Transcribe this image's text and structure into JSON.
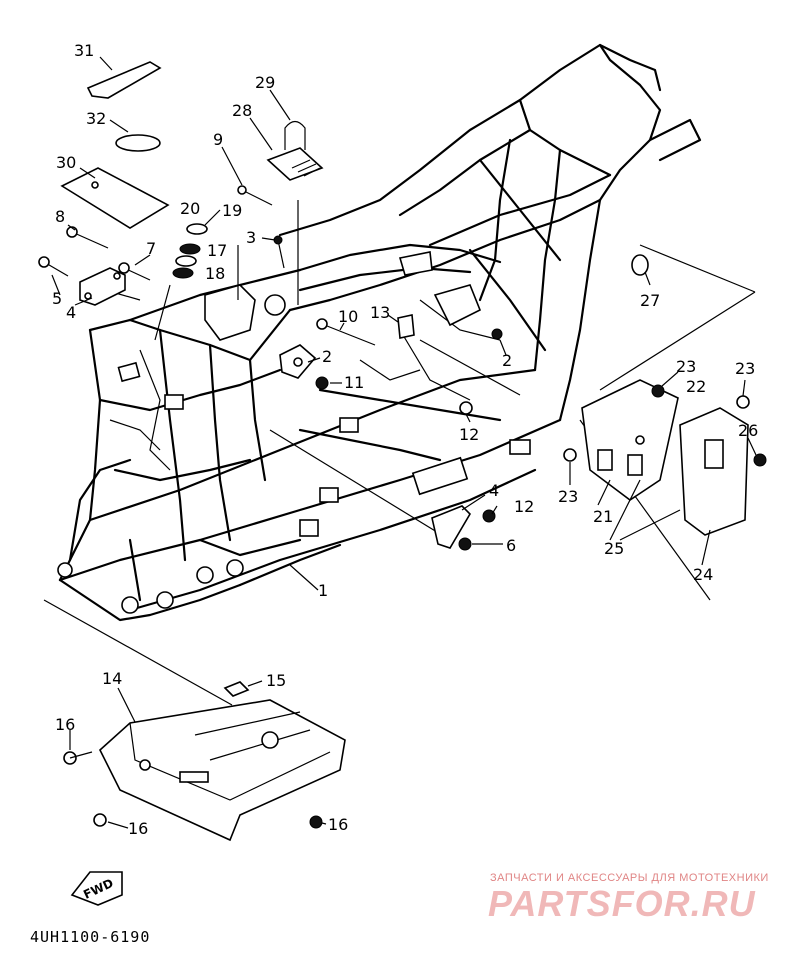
{
  "diagram": {
    "drawing_code": "4UH1100-6190",
    "fwd_label": "FWD",
    "callouts": [
      {
        "id": "c31",
        "text": "31"
      },
      {
        "id": "c32",
        "text": "32"
      },
      {
        "id": "c30",
        "text": "30"
      },
      {
        "id": "c29",
        "text": "29"
      },
      {
        "id": "c28",
        "text": "28"
      },
      {
        "id": "c9",
        "text": "9"
      },
      {
        "id": "c20",
        "text": "20"
      },
      {
        "id": "c19",
        "text": "19"
      },
      {
        "id": "c17",
        "text": "17"
      },
      {
        "id": "c18",
        "text": "18"
      },
      {
        "id": "c3",
        "text": "3"
      },
      {
        "id": "c8",
        "text": "8"
      },
      {
        "id": "c7",
        "text": "7"
      },
      {
        "id": "c5",
        "text": "5"
      },
      {
        "id": "c4a",
        "text": "4"
      },
      {
        "id": "c10",
        "text": "10"
      },
      {
        "id": "c13",
        "text": "13"
      },
      {
        "id": "c2a",
        "text": "2"
      },
      {
        "id": "c2b",
        "text": "2"
      },
      {
        "id": "c11",
        "text": "11"
      },
      {
        "id": "c12a",
        "text": "12"
      },
      {
        "id": "c27",
        "text": "27"
      },
      {
        "id": "c23a",
        "text": "23"
      },
      {
        "id": "c23b",
        "text": "23"
      },
      {
        "id": "c22",
        "text": "22"
      },
      {
        "id": "c26",
        "text": "26"
      },
      {
        "id": "c23c",
        "text": "23"
      },
      {
        "id": "c21",
        "text": "21"
      },
      {
        "id": "c25",
        "text": "25"
      },
      {
        "id": "c24",
        "text": "24"
      },
      {
        "id": "c4b",
        "text": "4"
      },
      {
        "id": "c12b",
        "text": "12"
      },
      {
        "id": "c6",
        "text": "6"
      },
      {
        "id": "c1",
        "text": "1"
      },
      {
        "id": "c14",
        "text": "14"
      },
      {
        "id": "c15",
        "text": "15"
      },
      {
        "id": "c16a",
        "text": "16"
      },
      {
        "id": "c16b",
        "text": "16"
      },
      {
        "id": "c16c",
        "text": "16"
      }
    ]
  },
  "watermark": {
    "subtitle": "ЗАПЧАСТИ И АКСЕССУАРЫ ДЛЯ МОТОТЕХНИКИ",
    "logo": "PARTSFOR.RU",
    "color": "#e08585"
  }
}
